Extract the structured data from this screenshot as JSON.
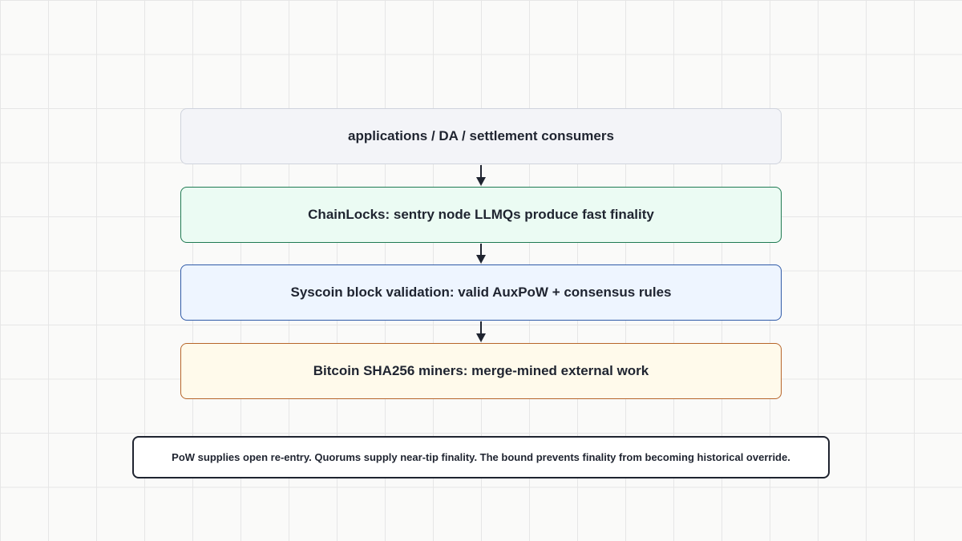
{
  "diagram": {
    "layers": [
      {
        "id": "apps",
        "label": "applications / DA / settlement consumers",
        "fill": "#f3f4f8",
        "border": "#cfd3dd"
      },
      {
        "id": "chainlocks",
        "label": "ChainLocks: sentry node LLMQs produce fast finality",
        "fill": "#ebfbf3",
        "border": "#1f7a52"
      },
      {
        "id": "validation",
        "label": "Syscoin block validation: valid AuxPoW + consensus rules",
        "fill": "#eef5ff",
        "border": "#2f5aa8"
      },
      {
        "id": "miners",
        "label": "Bitcoin SHA256 miners: merge-mined external work",
        "fill": "#fffaeb",
        "border": "#b7652a"
      }
    ],
    "arrows": [
      {
        "from": "apps",
        "to": "chainlocks"
      },
      {
        "from": "chainlocks",
        "to": "validation"
      },
      {
        "from": "validation",
        "to": "miners"
      }
    ],
    "note": "PoW supplies open re-entry. Quorums supply near-tip finality. The bound prevents finality from becoming historical override."
  }
}
